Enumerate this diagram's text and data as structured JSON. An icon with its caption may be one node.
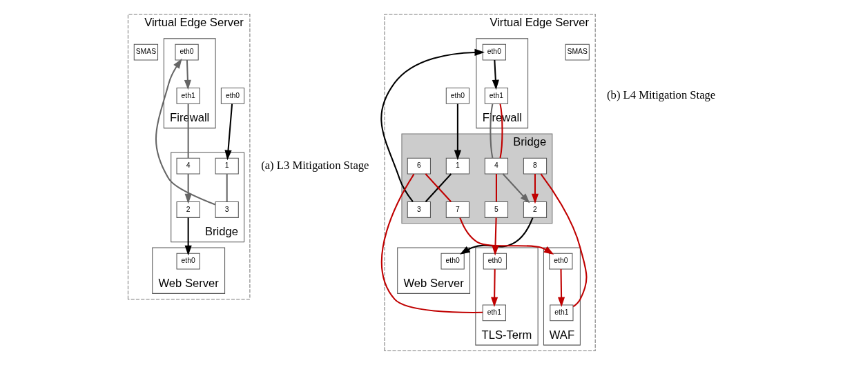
{
  "diagram": {
    "nodes": [
      {
        "text": [
          "Virtual Edge Server"
        ],
        "beside": [
          "(a) L3 Mitigation Stage"
        ]
      },
      {
        "text": [
          "Firewall"
        ],
        "in": 0
      },
      {
        "text": [
          "eth0"
        ],
        "in": 1
      },
      {
        "text": [
          "eth1"
        ],
        "in": 1
      },
      {
        "text": [
          "Bridge"
        ],
        "in": 0
      },
      {
        "text": [
          "1"
        ],
        "in": 4
      },
      {
        "text": [
          "3"
        ],
        "in": 4
      },
      {
        "text": [
          "4"
        ],
        "in": 4
      },
      {
        "text": [
          "2"
        ],
        "in": 4
      },
      {
        "text": [
          "Web Server"
        ],
        "in": 0
      },
      {
        "text": [
          "eth0"
        ],
        "in": 9
      },
      {
        "text": [
          "SMAS"
        ],
        "in": 0
      },
      {
        "text": [
          "eth0"
        ],
        "in": 0
      },
      {
        "text": [
          "Virtual Edge Server"
        ],
        "beside": [
          "(b) L4 Mitigation Stage"
        ]
      },
      {
        "text": [
          "Firewall"
        ],
        "in": 13
      },
      {
        "text": [
          "eth0"
        ],
        "in": 14
      },
      {
        "text": [
          "eth1"
        ],
        "in": 14
      },
      {
        "text": [
          "Web Server"
        ],
        "in": 13
      },
      {
        "text": [
          "eth0"
        ],
        "in": 17
      },
      {
        "text": [
          "eth0"
        ],
        "in": 13
      },
      {
        "text": [
          "Bridge"
        ],
        "in": 13
      },
      {
        "text": [
          "1"
        ],
        "in": 20
      },
      {
        "text": [
          "3"
        ],
        "in": 20
      },
      {
        "text": [
          "4"
        ],
        "in": 20
      },
      {
        "text": [
          "2"
        ],
        "in": 20
      },
      {
        "text": [
          "5"
        ],
        "in": 20
      },
      {
        "text": [
          "6"
        ],
        "in": 20
      },
      {
        "text": [
          "7"
        ],
        "in": 20
      },
      {
        "text": [
          "8"
        ],
        "in": 20
      },
      {
        "text": [
          "TLS-Term"
        ],
        "in": 13
      },
      {
        "text": [
          "eth0"
        ],
        "in": 29
      },
      {
        "text": [
          "eth1"
        ],
        "in": 29
      },
      {
        "text": [
          "WAF"
        ],
        "in": 13
      },
      {
        "text": [
          "eth0"
        ],
        "in": 32
      },
      {
        "text": [
          "eth1"
        ],
        "in": 32
      },
      {
        "text": [
          "SMAS"
        ],
        "in": 13
      }
    ],
    "edges": [
      {
        "from": 12,
        "to": 5,
        "arrow": "to",
        "color": "#000000"
      },
      {
        "from": 5,
        "to": 6,
        "arrow": "none",
        "color": "#666666"
      },
      {
        "from": 6,
        "to": 2,
        "arrow": "to",
        "color": "#666666"
      },
      {
        "from": 2,
        "to": 3,
        "arrow": "to",
        "color": "#666666"
      },
      {
        "from": 3,
        "to": 7,
        "arrow": "none",
        "color": "#666666"
      },
      {
        "from": 7,
        "to": 8,
        "arrow": "to",
        "color": "#666666"
      },
      {
        "from": 8,
        "to": 10,
        "arrow": "to",
        "color": "#000000"
      },
      {
        "from": 19,
        "to": 21,
        "arrow": "to",
        "color": "#000000"
      },
      {
        "from": 21,
        "to": 22,
        "arrow": "none",
        "color": "#000000"
      },
      {
        "from": 22,
        "to": 15,
        "arrow": "to",
        "color": "#000000"
      },
      {
        "from": 15,
        "to": 16,
        "arrow": "to",
        "color": "#000000"
      },
      {
        "from": 16,
        "to": 23,
        "arrow": "none",
        "color": "#666666"
      },
      {
        "from": 16,
        "to": 23,
        "arrow": "none"
      },
      {
        "from": 23,
        "to": 24,
        "arrow": "to",
        "color": "#666666"
      },
      {
        "from": 24,
        "to": 18,
        "arrow": "to",
        "color": "#000000"
      },
      {
        "from": 23,
        "to": 25,
        "arrow": "none"
      },
      {
        "from": 25,
        "to": 30,
        "arrow": "to"
      },
      {
        "from": 30,
        "to": 31,
        "arrow": "to"
      },
      {
        "from": 31,
        "to": 26,
        "arrow": "none"
      },
      {
        "from": 26,
        "to": 27,
        "arrow": "none"
      },
      {
        "from": 27,
        "to": 33,
        "arrow": "to"
      },
      {
        "from": 33,
        "to": 34,
        "arrow": "to"
      },
      {
        "from": 34,
        "to": 28,
        "arrow": "none"
      },
      {
        "from": 28,
        "to": 24,
        "arrow": "to"
      }
    ]
  }
}
